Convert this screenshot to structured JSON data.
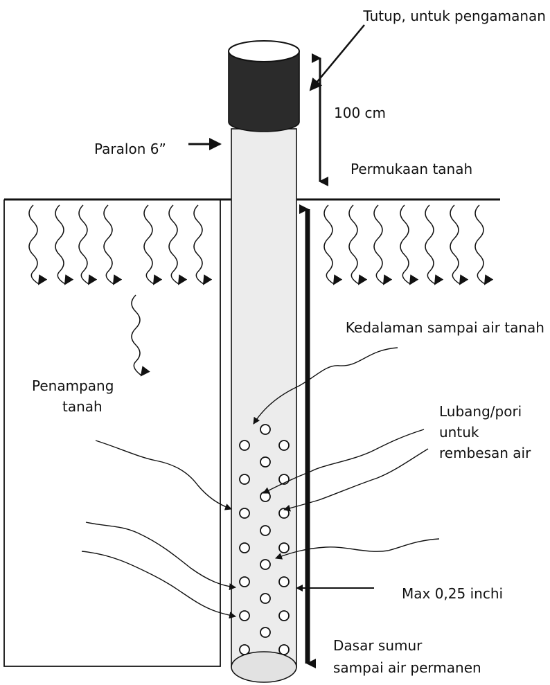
{
  "labels": {
    "cap": "Tutup, untuk pengamanan",
    "height": "100 cm",
    "pipe": "Paralon 6”",
    "surface": "Permukaan tanah",
    "depth": "Kedalaman sampai air tanah",
    "profile_1": "Penampang",
    "profile_2": "tanah",
    "pores_1": "Lubang/pori",
    "pores_2": "untuk",
    "pores_3": "rembesan air",
    "max": "Max 0,25 inchi",
    "base_1": "Dasar sumur",
    "base_2": "sampai air permanen"
  },
  "colors": {
    "ink": "#111111",
    "cap": "#2b2b2b",
    "pipe": "#ececec",
    "pipe_bottom": "#e2e2e2"
  }
}
